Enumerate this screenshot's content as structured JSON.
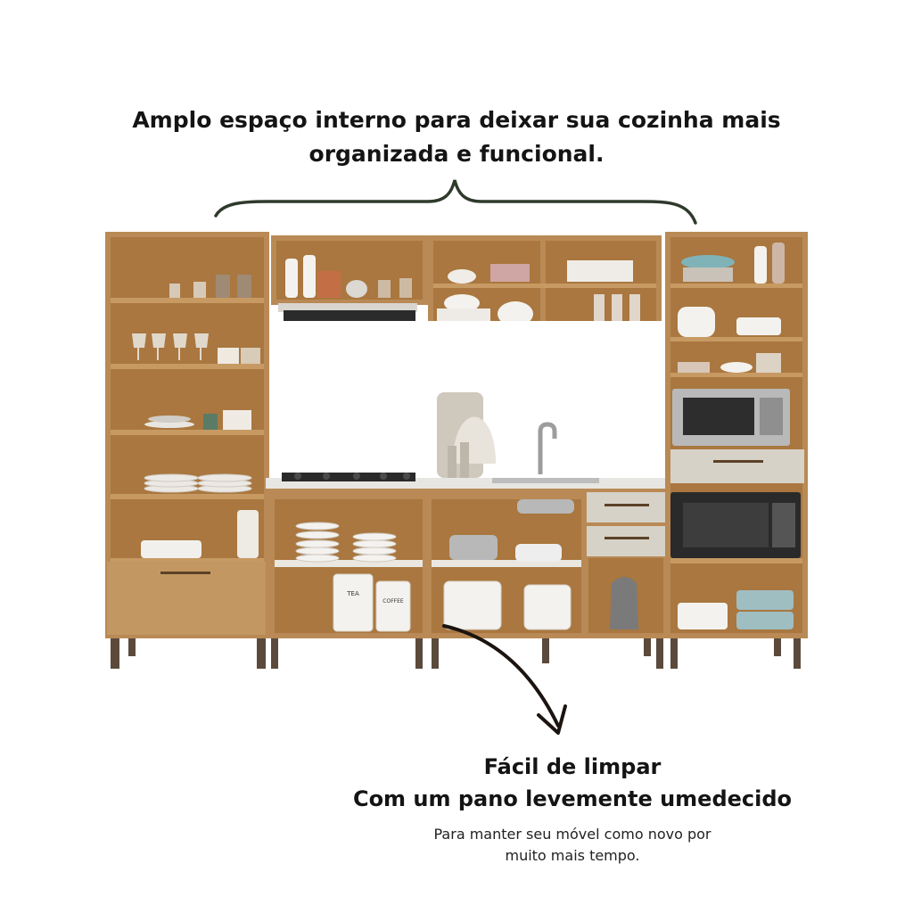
{
  "headline": {
    "line1": "Amplo espaço interno para deixar sua cozinha mais",
    "line2": "organizada e funcional."
  },
  "bottom": {
    "title": "Fácil de limpar",
    "subtitle": "Com um pano levemente umedecido",
    "note_line1": "Para manter seu móvel como novo por",
    "note_line2": "muito mais tempo."
  },
  "jar_labels": {
    "tea": "TEA",
    "coffee": "COFFEE"
  },
  "colors": {
    "wood": "#b98a55",
    "wood_dark": "#8f6535",
    "interior": "#a9773f",
    "greige": "#d6d2c8",
    "brace": "#2f3a2c",
    "arrow": "#1c1410",
    "text": "#141414"
  },
  "icons": {
    "top_brace": "curly-brace-icon",
    "arrow": "curved-arrow-icon"
  }
}
